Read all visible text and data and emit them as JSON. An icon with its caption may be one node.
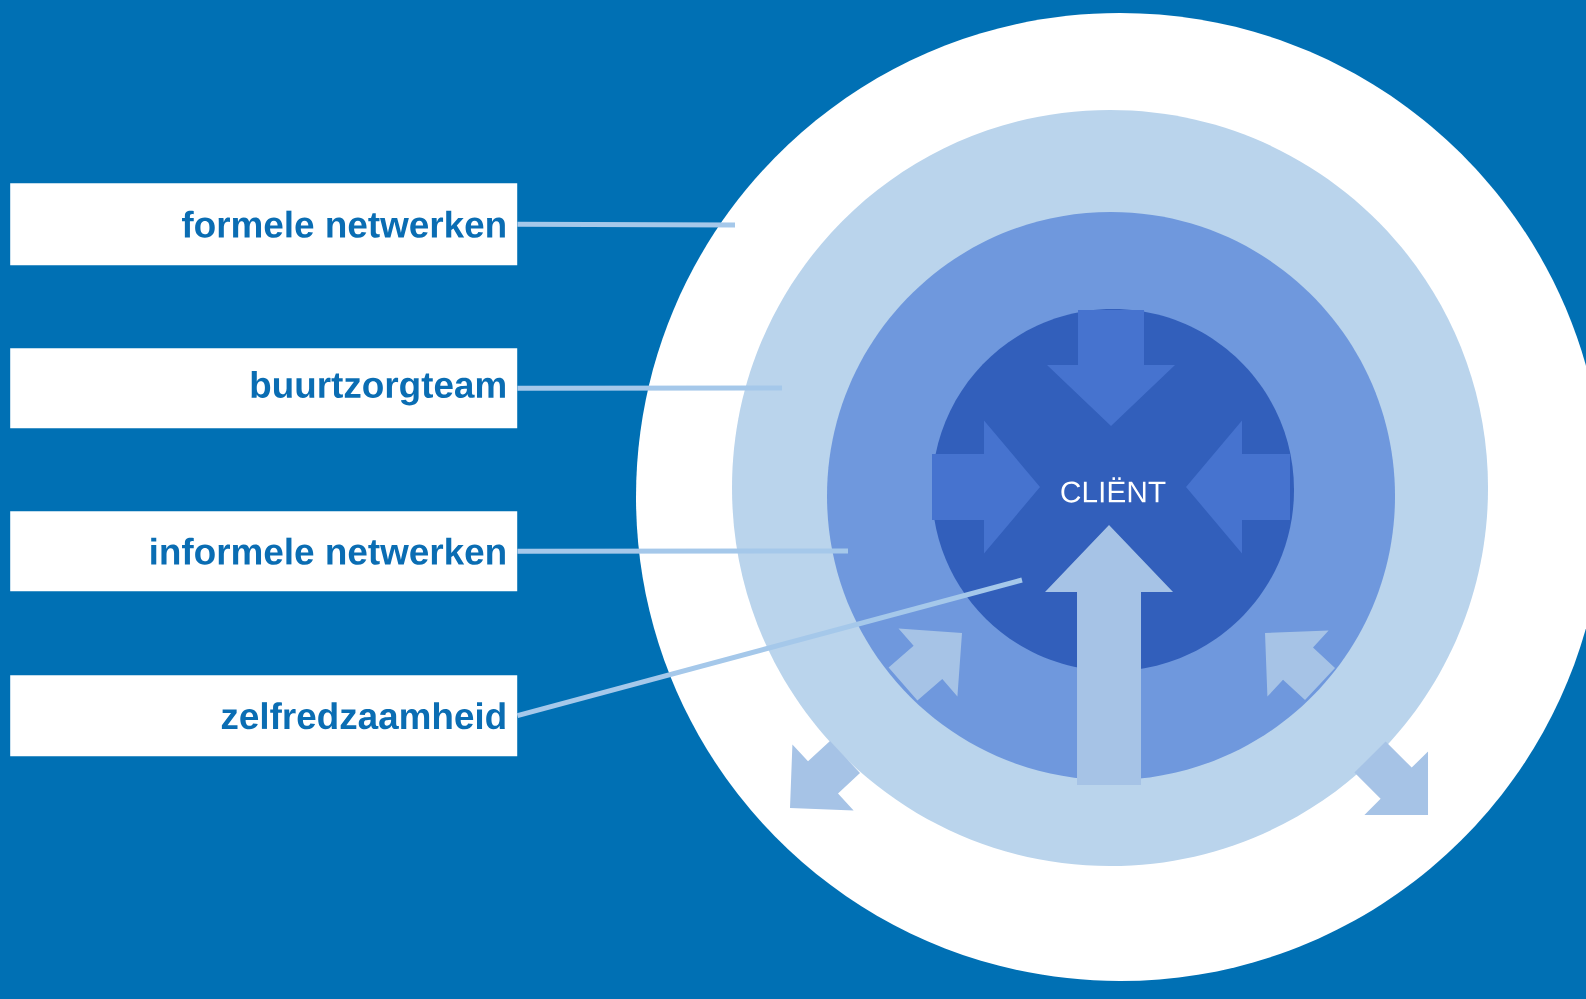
{
  "diagram": {
    "nodes": [
      {
        "text": [
          "formele netwerken"
        ]
      },
      {
        "text": [
          "buurtzorgteam"
        ]
      },
      {
        "text": [
          "informele netwerken"
        ]
      },
      {
        "text": [
          "zelfredzaamheid"
        ]
      },
      {
        "text": [],
        "shape": "circle"
      },
      {
        "text": [],
        "shape": "circle",
        "in": 4
      },
      {
        "text": [],
        "shape": "circle",
        "in": 5
      },
      {
        "text": [
          "CLIËNT"
        ],
        "in": 6
      }
    ],
    "edges": [
      {
        "from": 0,
        "to": 4,
        "arrow": "none"
      },
      {
        "from": 1,
        "to": 5,
        "arrow": "none"
      },
      {
        "from": 2,
        "to": 6,
        "arrow": "none"
      },
      {
        "from": 3,
        "to": 7,
        "arrow": "none"
      }
    ]
  }
}
